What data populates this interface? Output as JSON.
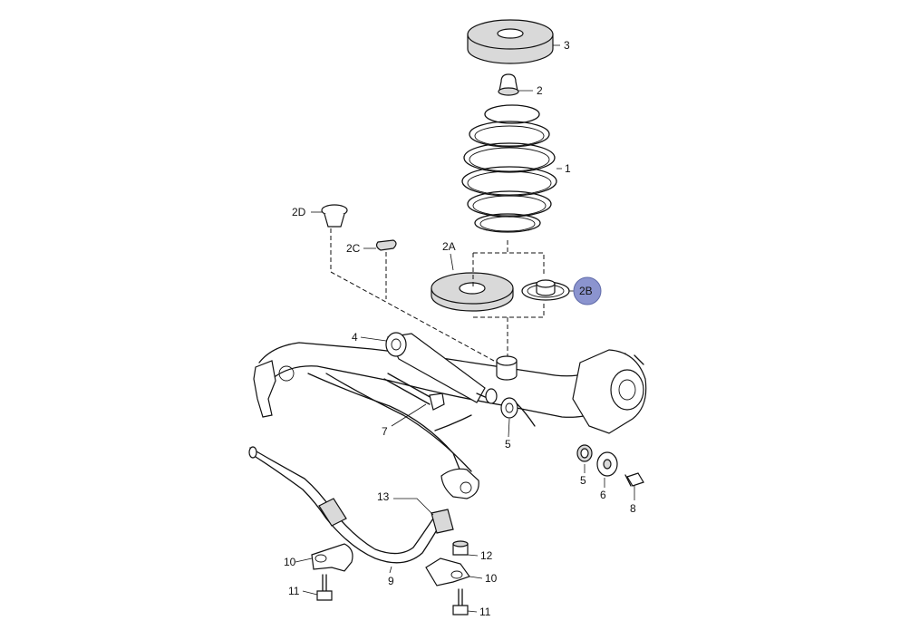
{
  "callouts": {
    "c1": "1",
    "c2": "2",
    "c2a": "2A",
    "c2b": "2B",
    "c2c": "2C",
    "c2d": "2D",
    "c3": "3",
    "c4": "4",
    "c5a": "5",
    "c5b": "5",
    "c6": "6",
    "c7": "7",
    "c8": "8",
    "c9": "9",
    "c10a": "10",
    "c10b": "10",
    "c11a": "11",
    "c11b": "11",
    "c12": "12",
    "c13": "13"
  },
  "colors": {
    "highlight": "#8b94cf",
    "line": "#111111",
    "shade": "#d9d9d9"
  }
}
